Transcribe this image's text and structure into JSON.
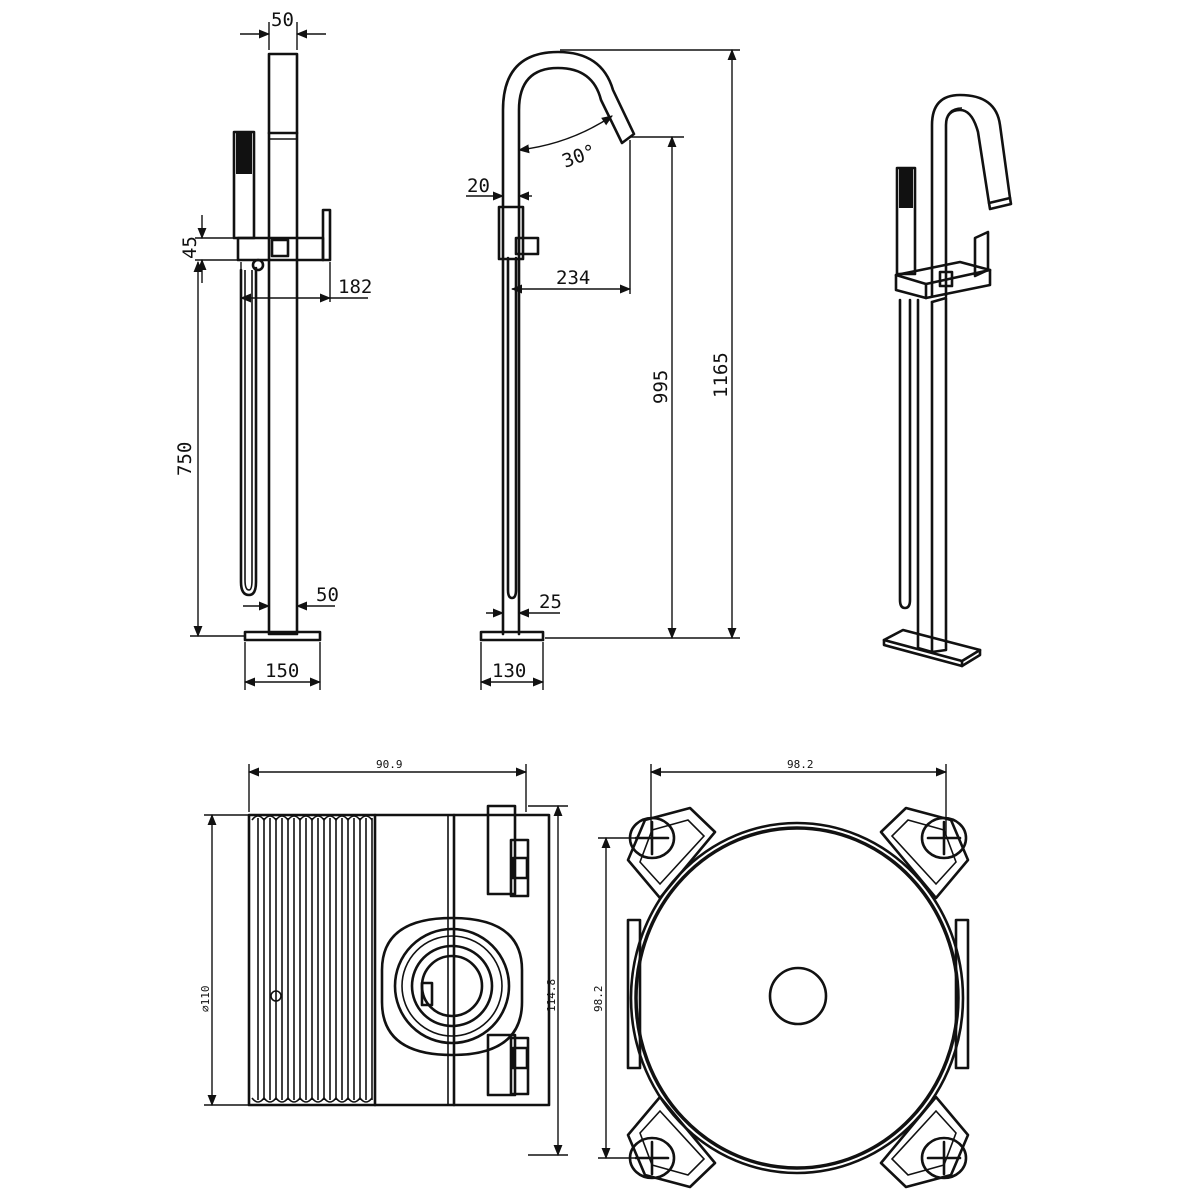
{
  "front_view": {
    "d_top_width": "50",
    "d_bracket_height": "45",
    "d_handle_reach": "182",
    "d_hose_length": "750",
    "d_pipe_width": "50",
    "d_base_width": "150"
  },
  "side_view": {
    "d_angle": "30°",
    "d_offset": "20",
    "d_spout_reach": "234",
    "d_spout_height": "995",
    "d_total_height": "1165",
    "d_pipe_width": "25",
    "d_base_width": "130"
  },
  "box_view": {
    "d_width": "90.9",
    "d_diameter": "⌀110",
    "d_height": "114.8"
  },
  "plate_view": {
    "d_width": "98.2",
    "d_height": "98.2"
  }
}
